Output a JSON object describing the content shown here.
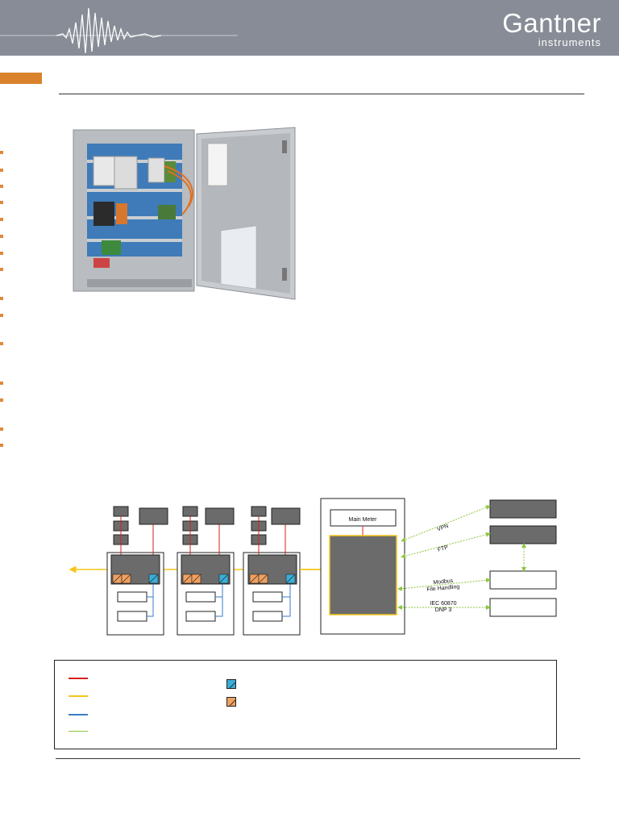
{
  "brand": {
    "name": "Gantner",
    "subtitle": "instruments",
    "header_color": "#878c96",
    "accent_color": "#d9822b"
  },
  "diagram": {
    "main_meter_label": "Main Meter",
    "links": {
      "vpn": "VPN",
      "ftp": "FTP",
      "modbus_line1": "Modbus",
      "modbus_line2": "File Handling",
      "iec_line1": "IEC 60870",
      "iec_line2": "DNP 3"
    },
    "colors": {
      "module": "#6b6b6b",
      "bus_yellow": "#f5c518",
      "ethernet_red": "#d62020",
      "signal_blue": "#3a7bc8",
      "wireless_green": "#8cc63f",
      "converter_orange": "#f0a060",
      "converter_teal": "#3aaed8"
    }
  },
  "legend": {
    "line_colors": [
      "#d62020",
      "#f5c518",
      "#3a7bc8",
      "#8cc63f"
    ],
    "symbol_colors": [
      "#3aaed8",
      "#f0a060"
    ]
  }
}
